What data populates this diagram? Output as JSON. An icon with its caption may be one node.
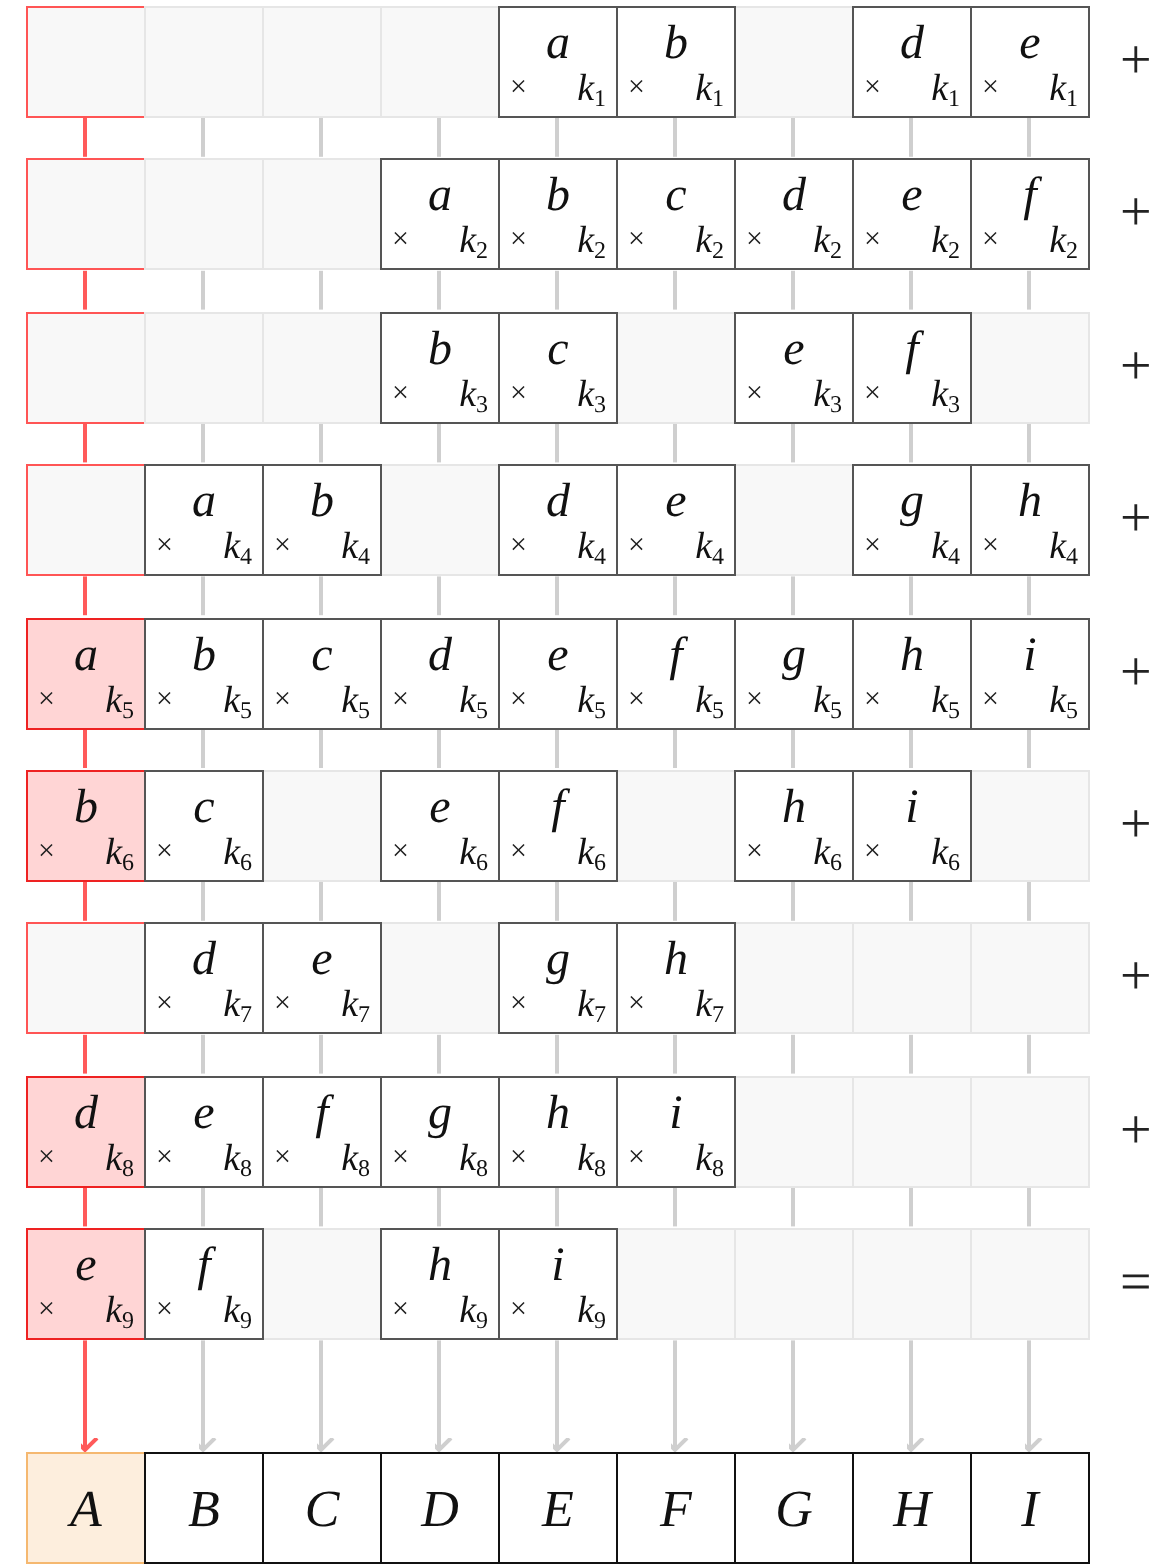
{
  "diagram": {
    "nodes": [
      {
        "text": [],
        "shape": "box"
      },
      {
        "text": [],
        "shape": "box"
      },
      {
        "text": [],
        "shape": "box"
      },
      {
        "text": [],
        "shape": "box"
      },
      {
        "text": [
          "a",
          "×",
          "k$_{1}$"
        ]
      },
      {
        "text": [
          "b",
          "×",
          "k$_{1}$"
        ]
      },
      {
        "text": [],
        "shape": "box"
      },
      {
        "text": [
          "d",
          "×",
          "k$_{1}$"
        ]
      },
      {
        "text": [
          "e",
          "×",
          "k$_{1}$"
        ]
      },
      {
        "text": [],
        "shape": "box"
      },
      {
        "text": [],
        "shape": "box"
      },
      {
        "text": [],
        "shape": "box"
      },
      {
        "text": [
          "a",
          "×",
          "k$_{2}$"
        ]
      },
      {
        "text": [
          "b",
          "×",
          "k$_{2}$"
        ]
      },
      {
        "text": [
          "c",
          "×",
          "k$_{2}$"
        ]
      },
      {
        "text": [
          "d",
          "×",
          "k$_{2}$"
        ]
      },
      {
        "text": [
          "e",
          "×",
          "k$_{2}$"
        ]
      },
      {
        "text": [
          "f",
          "×",
          "k$_{2}$"
        ]
      },
      {
        "text": [],
        "shape": "box"
      },
      {
        "text": [],
        "shape": "box"
      },
      {
        "text": [],
        "shape": "box"
      },
      {
        "text": [
          "b",
          "×",
          "k$_{3}$"
        ]
      },
      {
        "text": [
          "c",
          "×",
          "k$_{3}$"
        ]
      },
      {
        "text": [],
        "shape": "box"
      },
      {
        "text": [
          "e",
          "×",
          "k$_{3}$"
        ]
      },
      {
        "text": [
          "f",
          "×",
          "k$_{3}$"
        ]
      },
      {
        "text": [],
        "shape": "box"
      },
      {
        "text": [],
        "shape": "box"
      },
      {
        "text": [
          "a",
          "×",
          "k$_{4}$"
        ]
      },
      {
        "text": [
          "b",
          "×",
          "k$_{4}$"
        ]
      },
      {
        "text": [],
        "shape": "box"
      },
      {
        "text": [
          "d",
          "×",
          "k$_{4}$"
        ]
      },
      {
        "text": [
          "e",
          "×",
          "k$_{4}$"
        ]
      },
      {
        "text": [],
        "shape": "box"
      },
      {
        "text": [
          "g",
          "×",
          "k$_{4}$"
        ]
      },
      {
        "text": [
          "h",
          "×",
          "k$_{4}$"
        ]
      },
      {
        "text": [
          "a",
          "×",
          "k$_{5}$"
        ]
      },
      {
        "text": [
          "b",
          "×",
          "k$_{5}$"
        ]
      },
      {
        "text": [
          "c",
          "×",
          "k$_{5}$"
        ]
      },
      {
        "text": [
          "d",
          "×",
          "k$_{5}$"
        ]
      },
      {
        "text": [
          "e",
          "×",
          "k$_{5}$"
        ]
      },
      {
        "text": [
          "f",
          "×",
          "k$_{5}$"
        ]
      },
      {
        "text": [
          "g",
          "×",
          "k$_{5}$"
        ]
      },
      {
        "text": [
          "h",
          "×",
          "k$_{5}$"
        ]
      },
      {
        "text": [
          "i",
          "×",
          "k$_{5}$"
        ]
      },
      {
        "text": [
          "b",
          "×",
          "k$_{6}$"
        ]
      },
      {
        "text": [
          "c",
          "×",
          "k$_{6}$"
        ]
      },
      {
        "text": [],
        "shape": "box"
      },
      {
        "text": [
          "e",
          "×",
          "k$_{6}$"
        ]
      },
      {
        "text": [
          "f",
          "×",
          "k$_{6}$"
        ]
      },
      {
        "text": [],
        "shape": "box"
      },
      {
        "text": [
          "h",
          "×",
          "k$_{6}$"
        ]
      },
      {
        "text": [
          "i",
          "×",
          "k$_{6}$"
        ]
      },
      {
        "text": [],
        "shape": "box"
      },
      {
        "text": [],
        "shape": "box"
      },
      {
        "text": [
          "d",
          "×",
          "k$_{7}$"
        ]
      },
      {
        "text": [
          "e",
          "×",
          "k$_{7}$"
        ]
      },
      {
        "text": [],
        "shape": "box"
      },
      {
        "text": [
          "g",
          "×",
          "k$_{7}$"
        ]
      },
      {
        "text": [
          "h",
          "×",
          "k$_{7}$"
        ]
      },
      {
        "text": [],
        "shape": "box"
      },
      {
        "text": [],
        "shape": "box"
      },
      {
        "text": [],
        "shape": "box"
      },
      {
        "text": [
          "d",
          "×",
          "k$_{8}$"
        ]
      },
      {
        "text": [
          "e",
          "×",
          "k$_{8}$"
        ]
      },
      {
        "text": [
          "f",
          "×",
          "k$_{8}$"
        ]
      },
      {
        "text": [
          "g",
          "×",
          "k$_{8}$"
        ]
      },
      {
        "text": [
          "h",
          "×",
          "k$_{8}$"
        ]
      },
      {
        "text": [
          "i",
          "×",
          "k$_{8}$"
        ]
      },
      {
        "text": [],
        "shape": "box"
      },
      {
        "text": [],
        "shape": "box"
      },
      {
        "text": [],
        "shape": "box"
      },
      {
        "text": [
          "e",
          "×",
          "k$_{9}$"
        ]
      },
      {
        "text": [
          "f",
          "×",
          "k$_{9}$"
        ]
      },
      {
        "text": [],
        "shape": "box"
      },
      {
        "text": [
          "h",
          "×",
          "k$_{9}$"
        ]
      },
      {
        "text": [
          "i",
          "×",
          "k$_{9}$"
        ]
      },
      {
        "text": [],
        "shape": "box"
      },
      {
        "text": [],
        "shape": "box"
      },
      {
        "text": [],
        "shape": "box"
      },
      {
        "text": [],
        "shape": "box"
      },
      {
        "text": [
          "A"
        ]
      },
      {
        "text": [
          "B"
        ]
      },
      {
        "text": [
          "C"
        ]
      },
      {
        "text": [
          "D"
        ]
      },
      {
        "text": [
          "E"
        ]
      },
      {
        "text": [
          "F"
        ]
      },
      {
        "text": [
          "G"
        ]
      },
      {
        "text": [
          "H"
        ]
      },
      {
        "text": [
          "I"
        ]
      }
    ],
    "edges": [
      {
        "from": 0,
        "to": 9,
        "arrow": "none",
        "color": "#ff5a5a"
      },
      {
        "from": 1,
        "to": 10,
        "arrow": "none"
      },
      {
        "from": 2,
        "to": 11,
        "arrow": "none"
      },
      {
        "from": 3,
        "to": 12,
        "arrow": "none"
      },
      {
        "from": 4,
        "to": 13,
        "arrow": "none"
      },
      {
        "from": 5,
        "to": 14,
        "arrow": "none"
      },
      {
        "from": 6,
        "to": 15,
        "arrow": "none"
      },
      {
        "from": 7,
        "to": 16,
        "arrow": "none"
      },
      {
        "from": 8,
        "to": 17,
        "arrow": "none"
      },
      {
        "from": 9,
        "to": 18,
        "arrow": "none",
        "color": "#ff5a5a"
      },
      {
        "from": 10,
        "to": 19,
        "arrow": "none"
      },
      {
        "from": 11,
        "to": 20,
        "arrow": "none"
      },
      {
        "from": 12,
        "to": 21,
        "arrow": "none"
      },
      {
        "from": 13,
        "to": 22,
        "arrow": "none"
      },
      {
        "from": 14,
        "to": 23,
        "arrow": "none"
      },
      {
        "from": 15,
        "to": 24,
        "arrow": "none"
      },
      {
        "from": 16,
        "to": 25,
        "arrow": "none"
      },
      {
        "from": 17,
        "to": 26,
        "arrow": "none"
      },
      {
        "from": 18,
        "to": 27,
        "arrow": "none",
        "color": "#ff5a5a"
      },
      {
        "from": 19,
        "to": 28,
        "arrow": "none"
      },
      {
        "from": 20,
        "to": 29,
        "arrow": "none"
      },
      {
        "from": 21,
        "to": 30,
        "arrow": "none"
      },
      {
        "from": 22,
        "to": 31,
        "arrow": "none"
      },
      {
        "from": 23,
        "to": 32,
        "arrow": "none"
      },
      {
        "from": 24,
        "to": 33,
        "arrow": "none"
      },
      {
        "from": 25,
        "to": 34,
        "arrow": "none"
      },
      {
        "from": 26,
        "to": 35,
        "arrow": "none"
      },
      {
        "from": 27,
        "to": 36,
        "arrow": "none",
        "color": "#ff5a5a"
      },
      {
        "from": 28,
        "to": 37,
        "arrow": "none"
      },
      {
        "from": 29,
        "to": 38,
        "arrow": "none"
      },
      {
        "from": 30,
        "to": 39,
        "arrow": "none"
      },
      {
        "from": 31,
        "to": 40,
        "arrow": "none"
      },
      {
        "from": 32,
        "to": 41,
        "arrow": "none"
      },
      {
        "from": 33,
        "to": 42,
        "arrow": "none"
      },
      {
        "from": 34,
        "to": 43,
        "arrow": "none"
      },
      {
        "from": 35,
        "to": 44,
        "arrow": "none"
      },
      {
        "from": 36,
        "to": 45,
        "arrow": "none",
        "color": "#ff5a5a"
      },
      {
        "from": 37,
        "to": 46,
        "arrow": "none"
      },
      {
        "from": 38,
        "to": 47,
        "arrow": "none"
      },
      {
        "from": 39,
        "to": 48,
        "arrow": "none"
      },
      {
        "from": 40,
        "to": 49,
        "arrow": "none"
      },
      {
        "from": 41,
        "to": 50,
        "arrow": "none"
      },
      {
        "from": 42,
        "to": 51,
        "arrow": "none"
      },
      {
        "from": 43,
        "to": 52,
        "arrow": "none"
      },
      {
        "from": 44,
        "to": 53,
        "arrow": "none"
      },
      {
        "from": 45,
        "to": 54,
        "arrow": "none",
        "color": "#ff5a5a"
      },
      {
        "from": 46,
        "to": 55,
        "arrow": "none"
      },
      {
        "from": 47,
        "to": 56,
        "arrow": "none"
      },
      {
        "from": 48,
        "to": 57,
        "arrow": "none"
      },
      {
        "from": 49,
        "to": 58,
        "arrow": "none"
      },
      {
        "from": 50,
        "to": 59,
        "arrow": "none"
      },
      {
        "from": 51,
        "to": 60,
        "arrow": "none"
      },
      {
        "from": 52,
        "to": 61,
        "arrow": "none"
      },
      {
        "from": 53,
        "to": 62,
        "arrow": "none"
      },
      {
        "from": 54,
        "to": 63,
        "arrow": "none",
        "color": "#ff5a5a"
      },
      {
        "from": 55,
        "to": 64,
        "arrow": "none"
      },
      {
        "from": 56,
        "to": 65,
        "arrow": "none"
      },
      {
        "from": 57,
        "to": 66,
        "arrow": "none"
      },
      {
        "from": 58,
        "to": 67,
        "arrow": "none"
      },
      {
        "from": 59,
        "to": 68,
        "arrow": "none"
      },
      {
        "from": 60,
        "to": 69,
        "arrow": "none"
      },
      {
        "from": 61,
        "to": 70,
        "arrow": "none"
      },
      {
        "from": 62,
        "to": 71,
        "arrow": "none"
      },
      {
        "from": 63,
        "to": 72,
        "arrow": "none",
        "color": "#ff5a5a"
      },
      {
        "from": 64,
        "to": 73,
        "arrow": "none"
      },
      {
        "from": 65,
        "to": 74,
        "arrow": "none"
      },
      {
        "from": 66,
        "to": 75,
        "arrow": "none"
      },
      {
        "from": 67,
        "to": 76,
        "arrow": "none"
      },
      {
        "from": 68,
        "to": 77,
        "arrow": "none"
      },
      {
        "from": 69,
        "to": 78,
        "arrow": "none"
      },
      {
        "from": 70,
        "to": 79,
        "arrow": "none"
      },
      {
        "from": 71,
        "to": 80,
        "arrow": "none"
      },
      {
        "from": 72,
        "to": 81,
        "arrow": "to",
        "color": "#ff5a5a"
      },
      {
        "from": 73,
        "to": 82,
        "arrow": "to"
      },
      {
        "from": 74,
        "to": 83,
        "arrow": "to"
      },
      {
        "from": 75,
        "to": 84,
        "arrow": "to"
      },
      {
        "from": 76,
        "to": 85,
        "arrow": "to"
      },
      {
        "from": 77,
        "to": 86,
        "arrow": "to"
      },
      {
        "from": 78,
        "to": 87,
        "arrow": "to"
      },
      {
        "from": 79,
        "to": 88,
        "arrow": "to"
      },
      {
        "from": 80,
        "to": 89,
        "arrow": "to"
      }
    ],
    "labels": [
      "+",
      "+",
      "+",
      "+",
      "+",
      "+",
      "+",
      "+",
      "="
    ]
  }
}
